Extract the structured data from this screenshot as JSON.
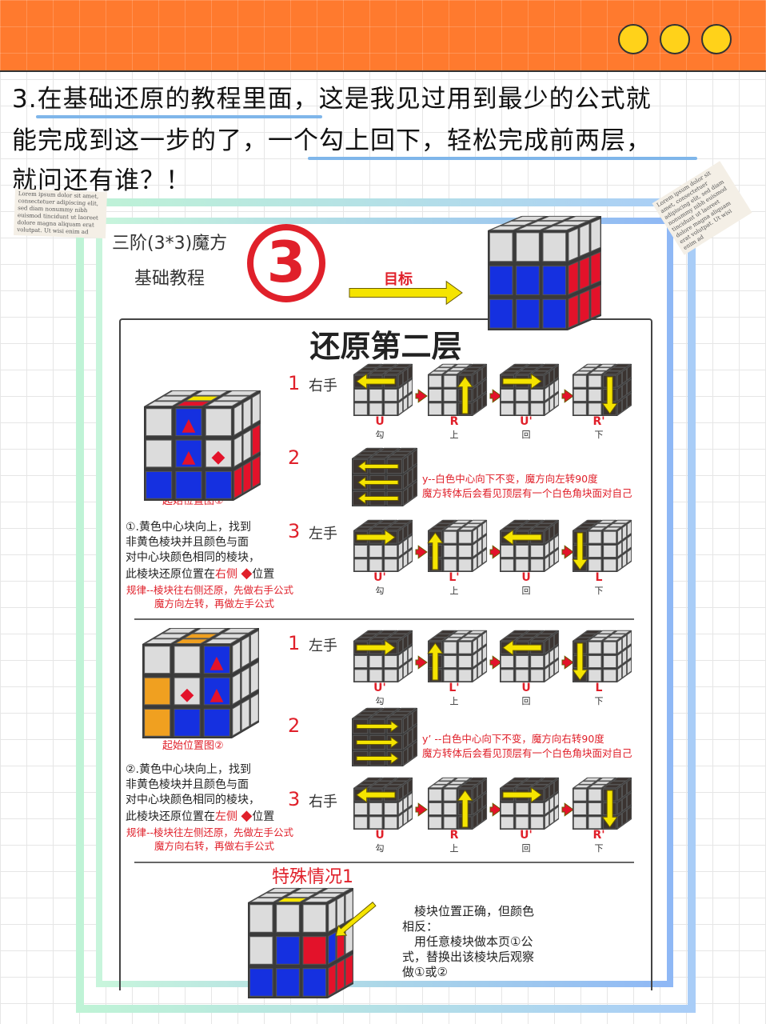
{
  "header": {
    "dots": 3,
    "dot_color": "#ffd21a",
    "bar_color": "#ff7a2e"
  },
  "headline": {
    "lines": [
      "3.在基础还原的教程里面，这是我见过用到最少的公式就",
      "能完成到这一步的了，一个勾上回下，轻松完成前两层，",
      "就问还有谁？！"
    ]
  },
  "scrap_text": "Lorem ipsum dolor sit amet, consectetuer adipiscing elit, sed diam nonummy nibh euismod tincidunt ut laoreet dolore magna aliquam erat volutpat. Ut wisi enim ad",
  "card": {
    "title_line1": "三阶(3*3)魔方",
    "title_line2": "基础教程",
    "step_number": "3",
    "goal_label": "目标",
    "section_title": "还原第二层",
    "sections": [
      {
        "caption": "起始位置图①",
        "desc": [
          "①.黄色中心块向上，找到",
          "非黄色棱块并且颜色与面",
          "对中心块颜色相同的棱块，"
        ],
        "desc_last": {
          "pre": "此棱块还原位置在",
          "side": "右侧",
          "post": "位置"
        },
        "rule": [
          "规律--棱块往右侧还原，先做右手公式",
          "魔方向左转，再做左手公式"
        ],
        "rows": [
          {
            "num": "1",
            "hand": "右手",
            "moves": [
              {
                "n": "U",
                "c": "勾"
              },
              {
                "n": "R",
                "c": "上"
              },
              {
                "n": "U'",
                "c": "回"
              },
              {
                "n": "R'",
                "c": "下"
              }
            ]
          },
          {
            "num": "2",
            "rotation": "y",
            "notes": [
              "y--白色中心向下不变，魔方向左转90度",
              "魔方转体后会看见顶层有一个白色角块面对自己"
            ]
          },
          {
            "num": "3",
            "hand": "左手",
            "moves": [
              {
                "n": "U'",
                "c": "勾"
              },
              {
                "n": "L'",
                "c": "上"
              },
              {
                "n": "U",
                "c": "回"
              },
              {
                "n": "L",
                "c": "下"
              }
            ]
          }
        ]
      },
      {
        "caption": "起始位置图②",
        "desc": [
          "②.黄色中心块向上，找到",
          "非黄色棱块并且颜色与面",
          "对中心块颜色相同的棱块，"
        ],
        "desc_last": {
          "pre": "此棱块还原位置在",
          "side": "左侧",
          "post": "位置"
        },
        "rule": [
          "规律--棱块往左侧还原，先做左手公式",
          "魔方向右转，再做右手公式"
        ],
        "rows": [
          {
            "num": "1",
            "hand": "左手",
            "moves": [
              {
                "n": "U'",
                "c": "勾"
              },
              {
                "n": "L'",
                "c": "上"
              },
              {
                "n": "U",
                "c": "回"
              },
              {
                "n": "L",
                "c": "下"
              }
            ]
          },
          {
            "num": "2",
            "rotation": "y'",
            "notes": [
              "y’ --白色中心向下不变，魔方向右转90度",
              "魔方转体后会看见顶层有一个白色角块面对自己"
            ]
          },
          {
            "num": "3",
            "hand": "右手",
            "moves": [
              {
                "n": "U",
                "c": "勾"
              },
              {
                "n": "R",
                "c": "上"
              },
              {
                "n": "U'",
                "c": "回"
              },
              {
                "n": "R'",
                "c": "下"
              }
            ]
          }
        ]
      }
    ],
    "special": {
      "title": "特殊情况1",
      "lines": [
        "　棱块位置正确，但颜色",
        "相反：",
        "　用任意棱块做本页①公",
        "式，替换出该棱块后观察",
        "做①或②"
      ]
    }
  },
  "colors": {
    "white": "#dcdcdc",
    "blue": "#1530e0",
    "red": "#e3122a",
    "yellow": "#f5e400",
    "orange": "#f0a020",
    "dark": "#3b3431"
  }
}
